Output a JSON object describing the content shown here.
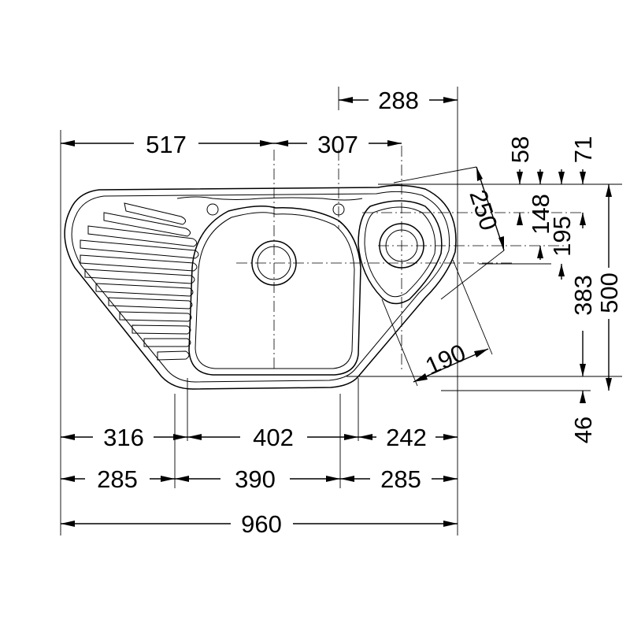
{
  "colors": {
    "ink": "#000000",
    "paper": "#ffffff"
  },
  "dimensions": {
    "d288": "288",
    "d517": "517",
    "d307": "307",
    "d58": "58",
    "d71": "71",
    "d250": "250",
    "d148": "148",
    "d195": "195",
    "d383": "383",
    "d500": "500",
    "d190": "190",
    "d46": "46",
    "d316": "316",
    "d402": "402",
    "d242": "242",
    "d285a": "285",
    "d390": "390",
    "d285b": "285",
    "d960": "960"
  }
}
